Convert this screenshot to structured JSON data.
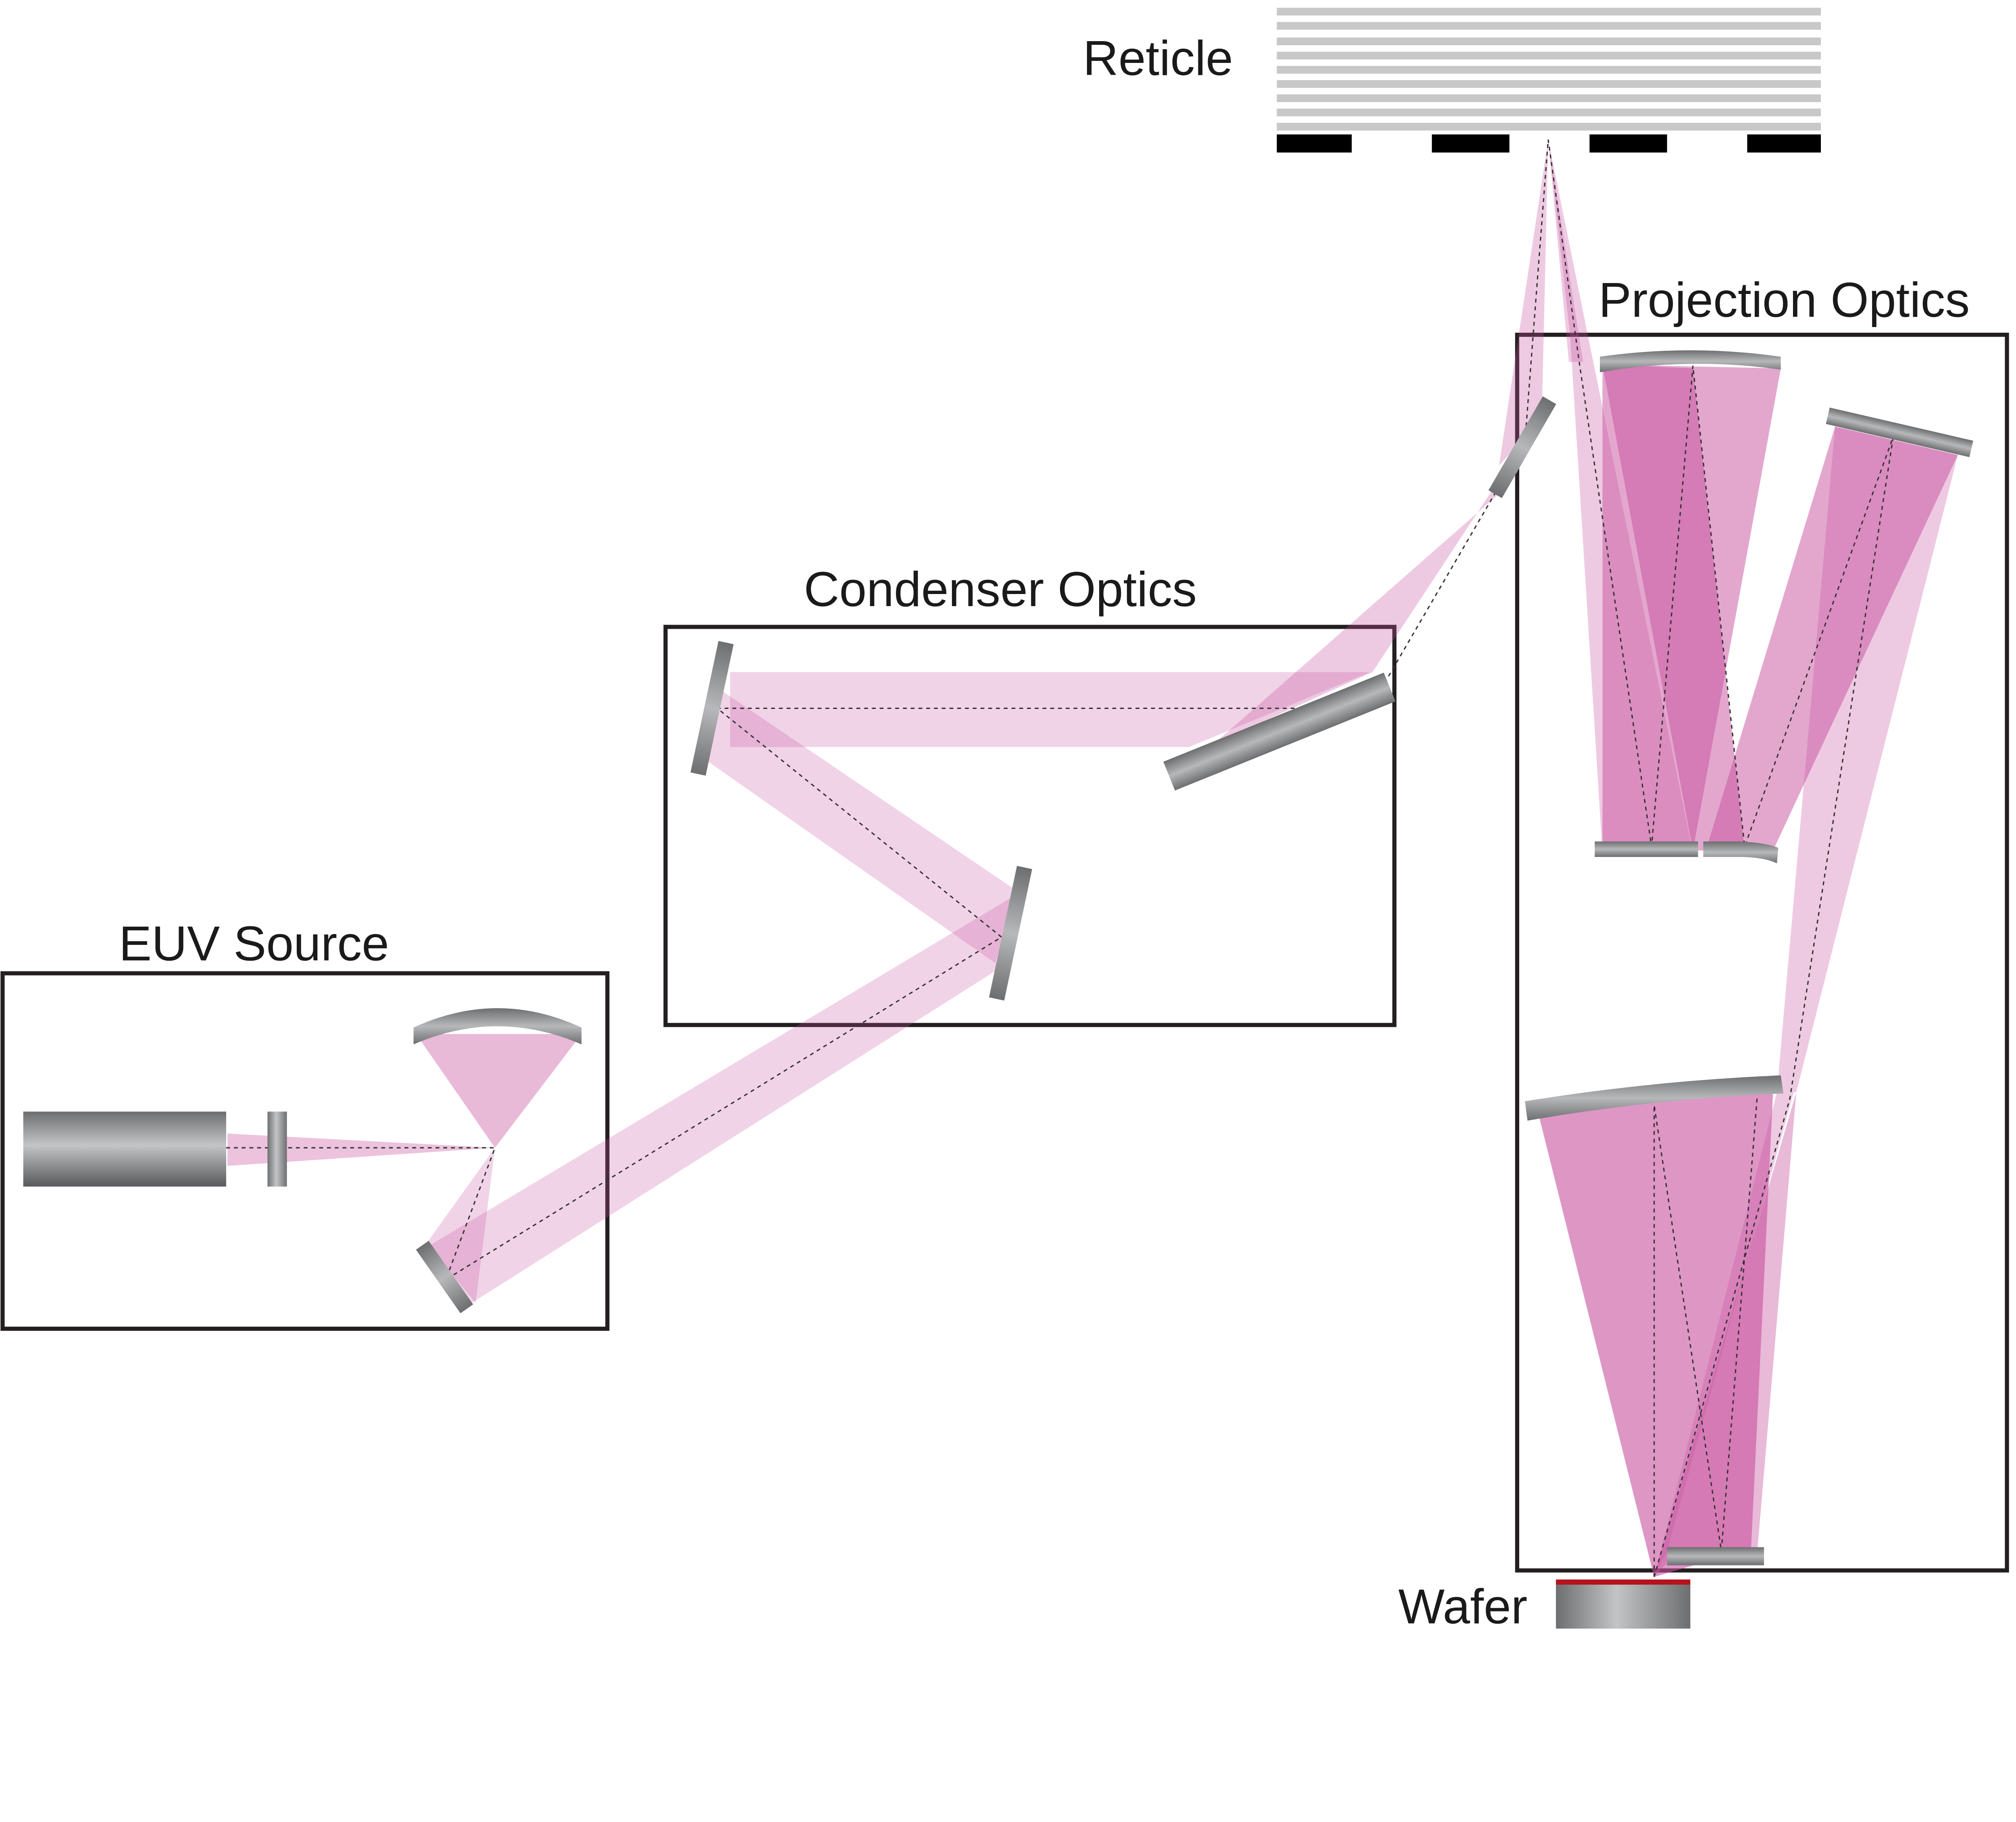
{
  "labels": {
    "reticle": "Reticle",
    "projection_optics": "Projection Optics",
    "condenser_optics": "Condenser Optics",
    "euv_source": "EUV Source",
    "wafer": "Wafer"
  },
  "colors": {
    "beam": "#c8509e",
    "mirror": "#8a8b8d",
    "wafer_layer": "#b5121b",
    "box": "#231f20"
  }
}
